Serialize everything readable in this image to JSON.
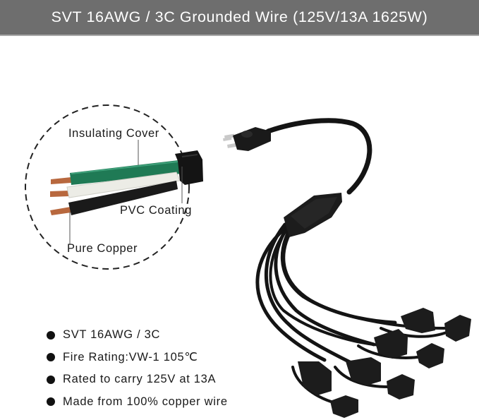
{
  "header": {
    "title": "SVT 16AWG / 3C Grounded Wire (125V/13A 1625W)",
    "background_color": "#6e6e6e",
    "text_color": "#ffffff"
  },
  "callout": {
    "labels": {
      "insulating_cover": "Insulating Cover",
      "pvc_coating": "PVC Coating",
      "pure_copper": "Pure Copper"
    },
    "wire_colors": {
      "green": "#1f7a55",
      "white": "#ecece6",
      "black": "#1a1a1a",
      "copper": "#b8683e"
    }
  },
  "specs": [
    {
      "text": "SVT 16AWG / 3C"
    },
    {
      "text": "Fire Rating:VW-1 105℃"
    },
    {
      "text": "Rated to carry 125V at 13A"
    },
    {
      "text": "Made from 100% copper wire"
    }
  ],
  "product": {
    "name": "1-to-6 splitter extension cord",
    "outlet_count": 6,
    "cord_color": "#141414"
  }
}
